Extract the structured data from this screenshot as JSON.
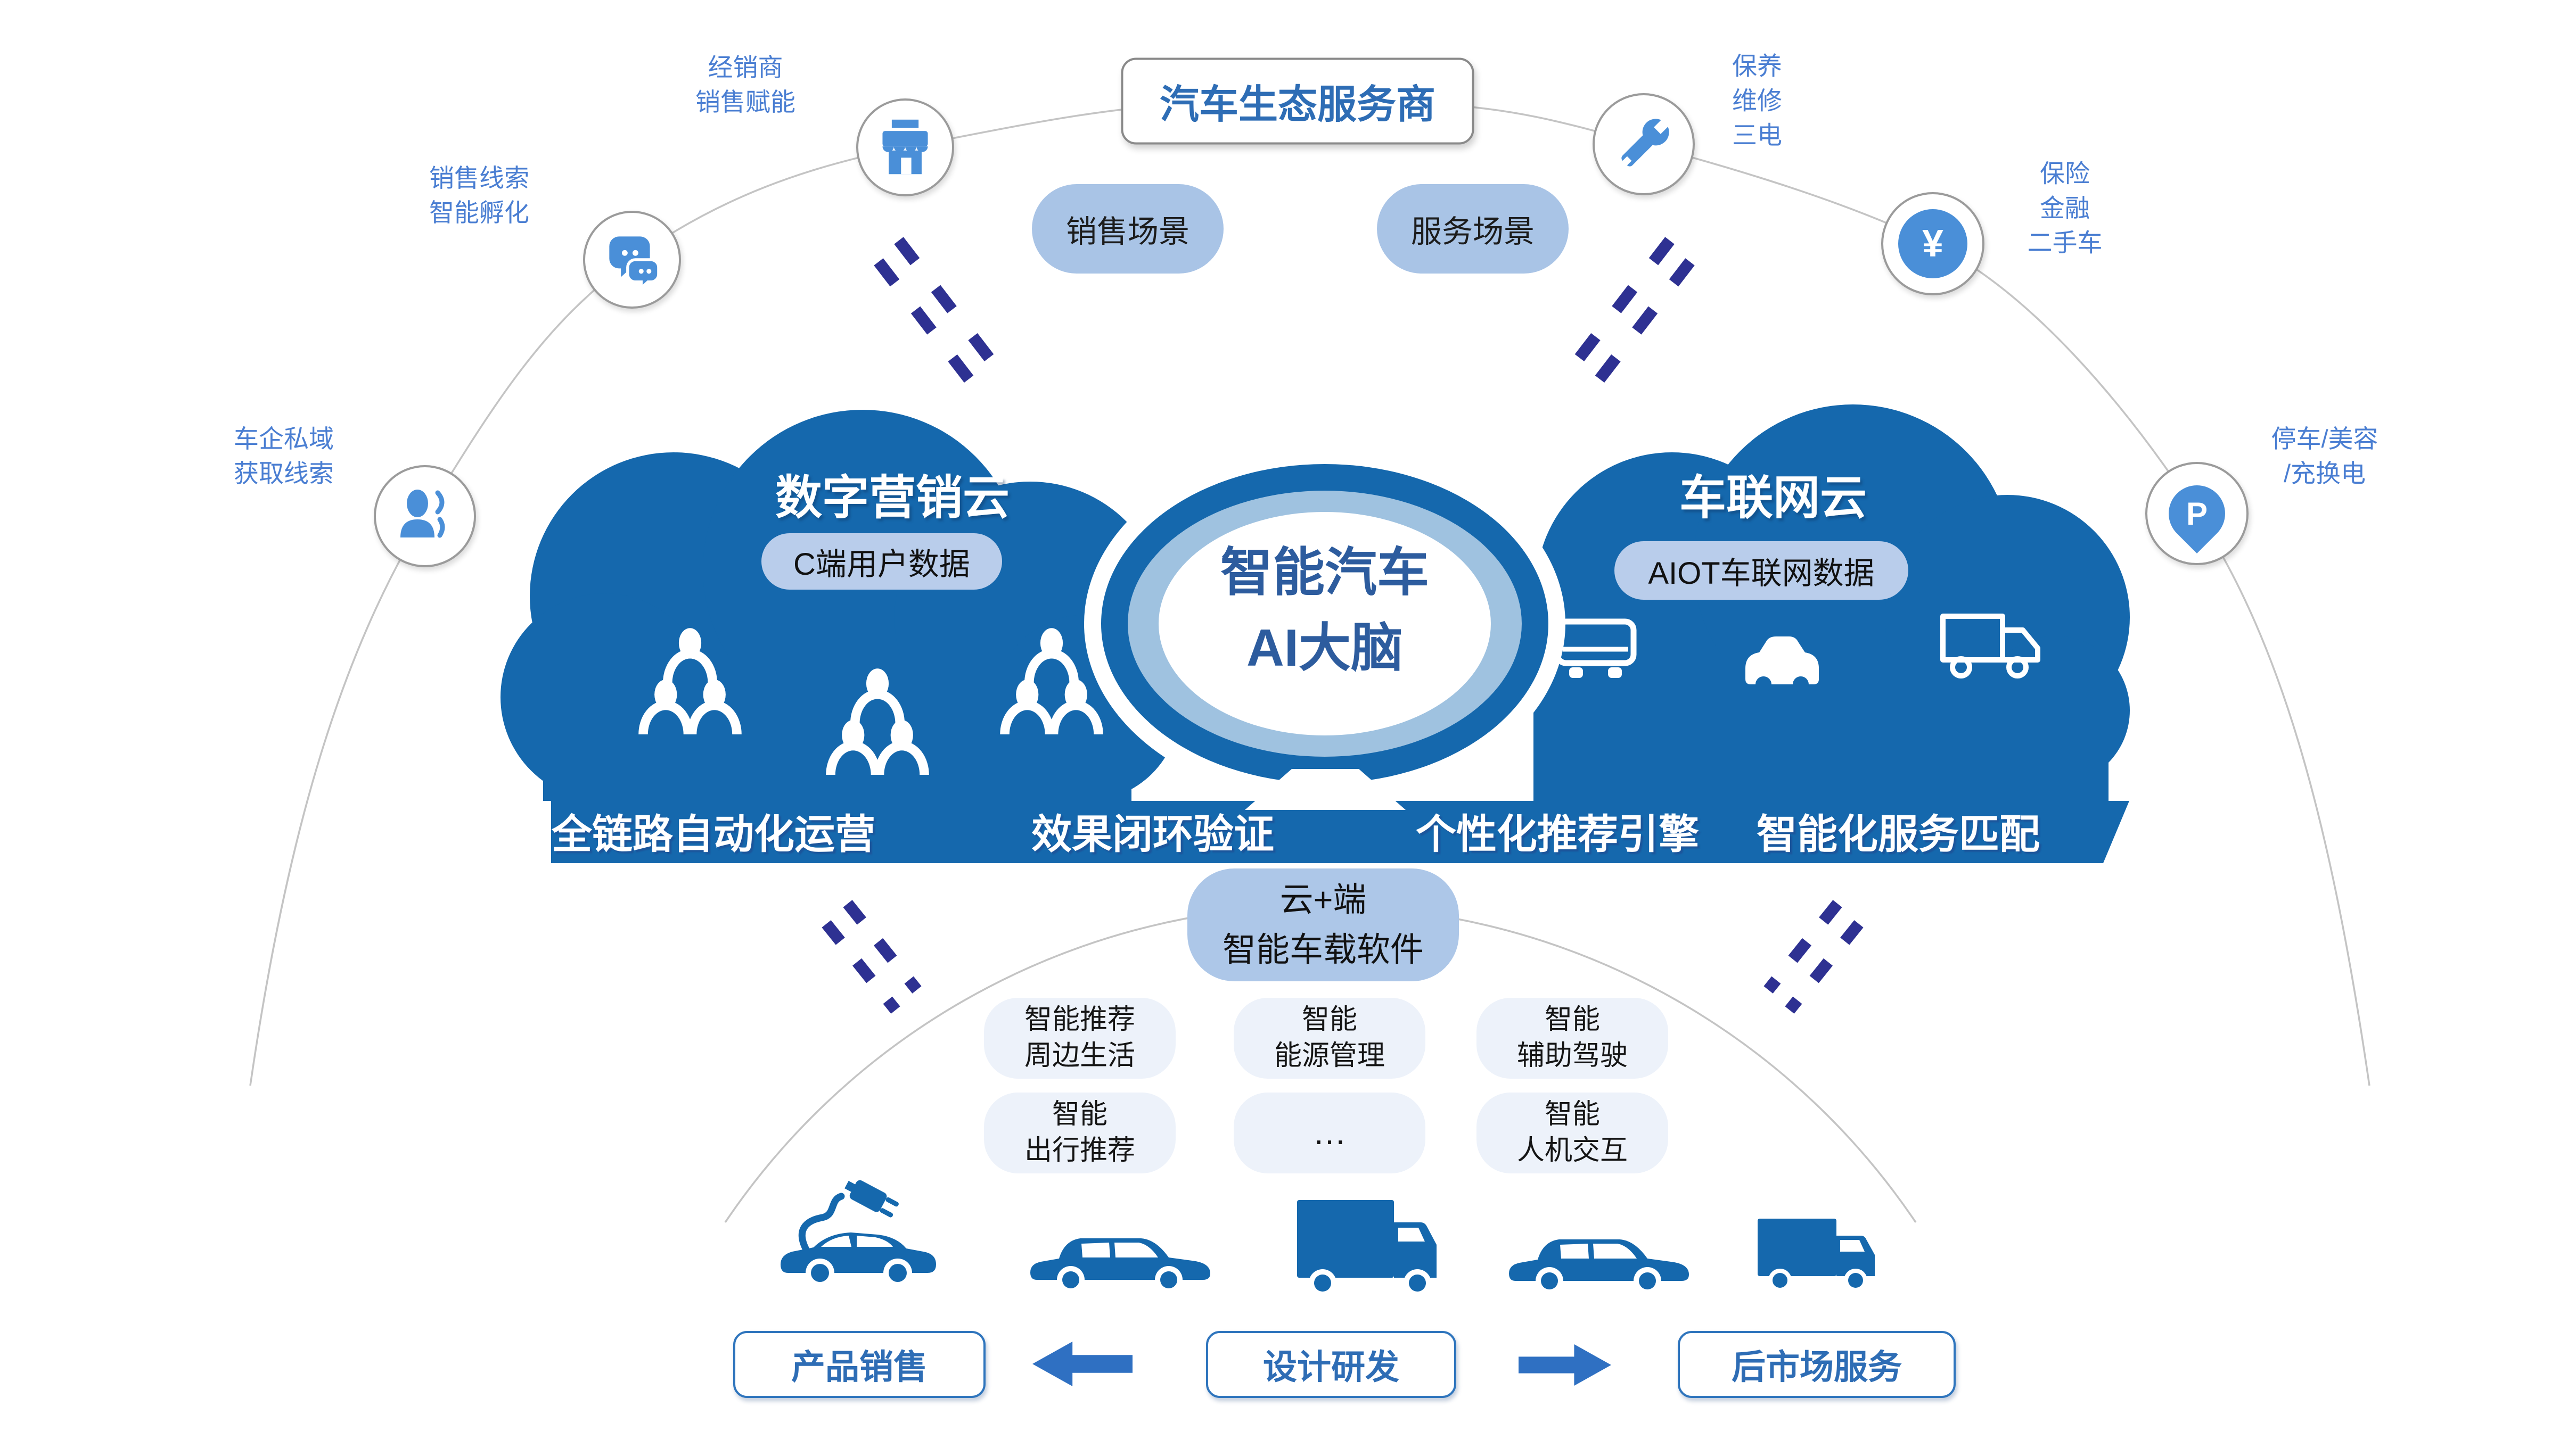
{
  "header": {
    "title": "汽车生态服务商"
  },
  "scenes": {
    "sales": "销售场景",
    "service": "服务场景"
  },
  "satellites": {
    "dealer": {
      "label": "经销商\n销售赋能",
      "icon": "storefront-icon"
    },
    "leads": {
      "label": "销售线索\n智能孵化",
      "icon": "chat-bubbles-icon"
    },
    "private": {
      "label": "车企私域\n获取线索",
      "icon": "person-broadcast-icon"
    },
    "maintenance": {
      "label": "保养\n维修\n三电",
      "icon": "wrench-icon"
    },
    "finance": {
      "label": "保险\n金融\n二手车",
      "icon": "yen-coin-icon",
      "symbol": "¥"
    },
    "parking": {
      "label": "停车/美容\n/充换电",
      "icon": "parking-pin-icon",
      "symbol": "P"
    }
  },
  "marketing_cloud": {
    "title": "数字营销云",
    "pill": "C端用户数据"
  },
  "iov_cloud": {
    "title": "车联网云",
    "pill": "AIOT车联网数据"
  },
  "ai_brain": {
    "line1": "智能汽车",
    "line2": "AI大脑"
  },
  "band": {
    "items": [
      "全链路自动化运营",
      "效果闭环验证",
      "个性化推荐引擎",
      "智能化服务匹配"
    ]
  },
  "edge": {
    "pill": "云+端\n智能车载软件"
  },
  "features": [
    "智能推荐\n周边生活",
    "智能\n能源管理",
    "智能\n辅助驾驶",
    "智能\n出行推荐",
    "…",
    "智能\n人机交互"
  ],
  "lifecycle": {
    "sales": "产品销售",
    "rnd": "设计研发",
    "aftermarket": "后市场服务"
  },
  "colors": {
    "cloud": "#1568ad",
    "icon": "#4a8fd8",
    "navy": "#2e3192",
    "arrow": "#2f70c2",
    "border": "#2f75bd",
    "title": "#2e6db5",
    "label": "#4a7ed2",
    "center": "#2d5c9e",
    "scenepill": "#a9c4e6",
    "datapill": "#b9cdeb",
    "edgepill": "#adc7e8",
    "featurepill": "#edf2fa",
    "arc": "#c4c4c4"
  }
}
